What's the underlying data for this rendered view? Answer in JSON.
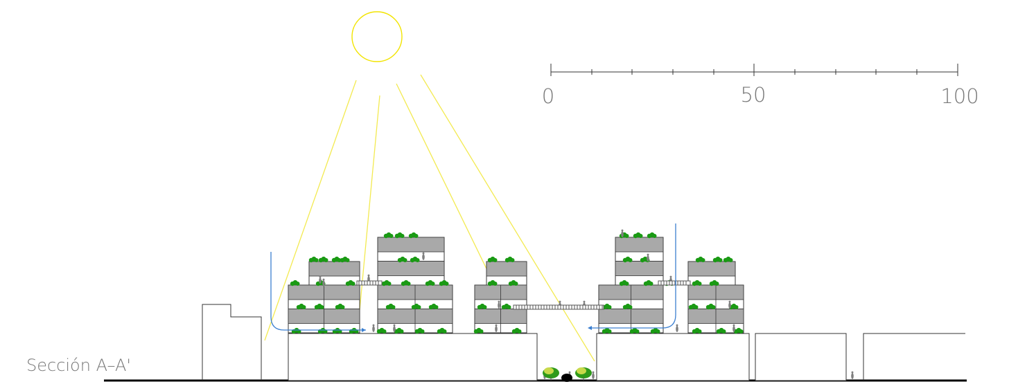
{
  "drawing": {
    "section_title": "Sección A–A'",
    "scale_bar": {
      "labels": [
        "0",
        "50",
        "100"
      ],
      "min": 0,
      "max": 100,
      "major_every": 10
    },
    "colors": {
      "line": "#222222",
      "sun": "#f2e400",
      "sun_ray": "#f3ea50",
      "vegetation": "#1a9a14",
      "people": "#7f7f7f",
      "slab": "#a9a9a9",
      "airflow": "#3b7fd0",
      "ground": "#000000"
    },
    "icons": [
      "sun-icon",
      "tree-icon",
      "person-icon",
      "airflow-arrow-icon",
      "bridge-icon"
    ]
  }
}
